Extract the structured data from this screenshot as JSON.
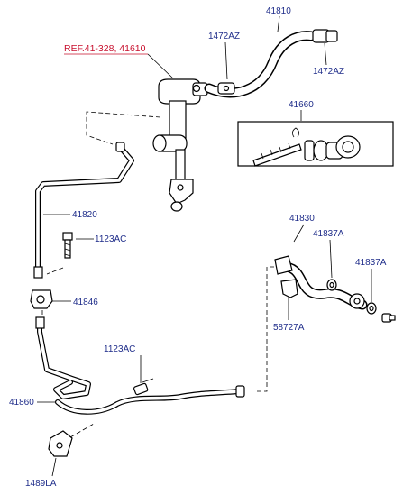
{
  "labels": {
    "ref": "REF.41-328, 41610",
    "hose_41810": "41810",
    "clamp_1472az_left": "1472AZ",
    "clamp_1472az_right": "1472AZ",
    "kit_41660": "41660",
    "pipe_41820": "41820",
    "bolt_1123ac_upper": "1123AC",
    "fitting_41846": "41846",
    "hose_41830": "41830",
    "washer_41837a_left": "41837A",
    "washer_41837a_right": "41837A",
    "clip_58727a": "58727A",
    "bolt_1123ac_lower": "1123AC",
    "pipe_41860": "41860",
    "bracket_1489la": "1489LA"
  },
  "colors": {
    "label": "#1f2d8a",
    "ref_label": "#c8102e",
    "line": "#000000"
  }
}
